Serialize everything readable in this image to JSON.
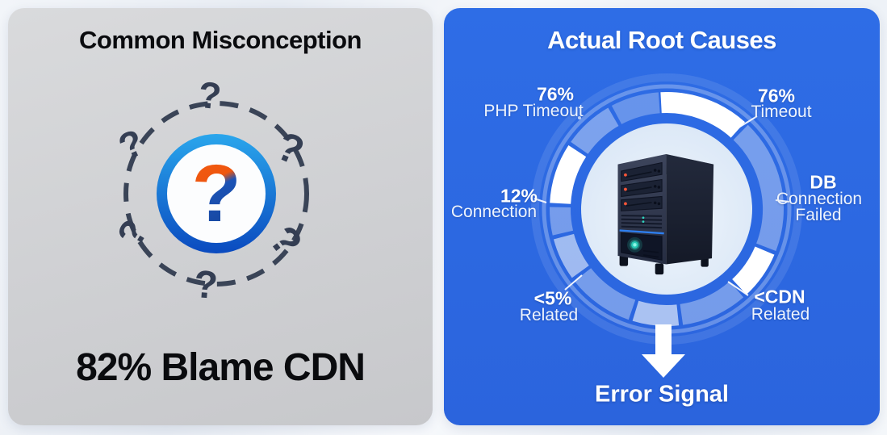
{
  "glyphs": {
    "question": "?"
  },
  "left_panel": {
    "title": "Common Misconception",
    "stat": "82% Blame CDN"
  },
  "right_panel": {
    "title": "Actual Root Causes",
    "callouts": {
      "php_timeout": {
        "value": "76%",
        "label": "PHP Timeout"
      },
      "timeout": {
        "value": "76%",
        "label": "Timeout"
      },
      "connection": {
        "value": "12%",
        "label": "Connection"
      },
      "db_failed": {
        "value": "DB",
        "line1": "Connection",
        "line2": "Failed"
      },
      "related_left": {
        "value": "<5%",
        "label": "Related"
      },
      "related_right": {
        "value": "<CDN",
        "label": "Related"
      }
    },
    "arrow_label": "Error Signal"
  },
  "colors": {
    "panel_blue": "#2d6ae2",
    "panel_gray": "#cfd0d3",
    "ring_white": "#ffffff",
    "ring_light_blue": "rgba(255,255,255,0.35)",
    "inner_circle": "#d9e6f6",
    "badge_ring_top": "#2aa6ec",
    "badge_ring_bottom": "#0a4abf",
    "question_orange": "#f15c10",
    "question_blue": "#1b53b6",
    "dashed_circle": "#3a4457",
    "server_glow_teal": "#2fd6c0"
  },
  "chart_data": {
    "type": "pie",
    "title": "Actual Root Causes",
    "segments": [
      {
        "value": "76%",
        "label": "PHP Timeout",
        "position": "top-left"
      },
      {
        "value": "76%",
        "label": "Timeout",
        "position": "top-right"
      },
      {
        "value": "12%",
        "label": "Connection",
        "position": "mid-left"
      },
      {
        "value": "DB",
        "label": "Connection Failed",
        "position": "mid-right"
      },
      {
        "value": "<5%",
        "label": "Related",
        "position": "bottom-left"
      },
      {
        "value": "<CDN",
        "label": "Related",
        "position": "bottom-right"
      }
    ],
    "center_icon": "server-tower",
    "arrow_label": "Error Signal",
    "companion_stat": "82% Blame CDN",
    "legend_position": "around-ring"
  }
}
